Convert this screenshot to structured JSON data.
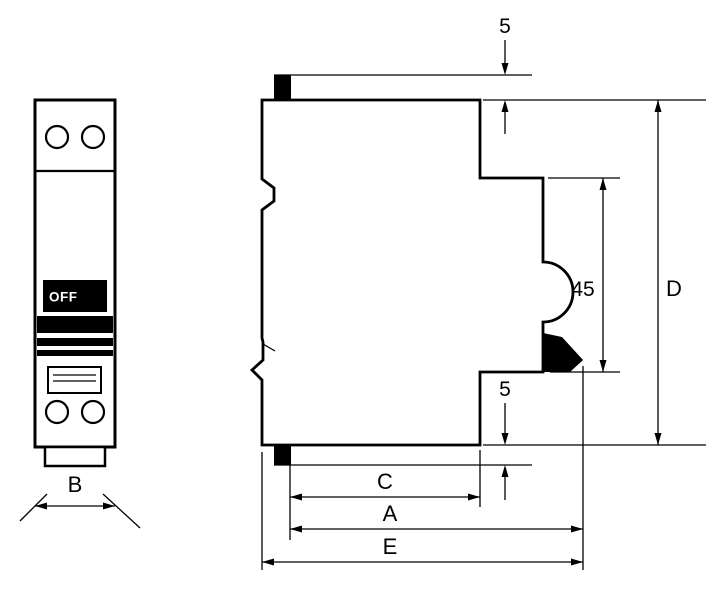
{
  "colors": {
    "line": "#000000",
    "background": "#ffffff",
    "fill": "#000000"
  },
  "front_view": {
    "toggle_label": "OFF",
    "dim_width": "B"
  },
  "side_view": {
    "dim_top_tab": "5",
    "dim_bottom_tab": "5",
    "dim_front_height": "45",
    "dim_overall_height": "D",
    "dim_base_depth": "C",
    "dim_mid_depth": "A",
    "dim_overall_depth": "E"
  }
}
